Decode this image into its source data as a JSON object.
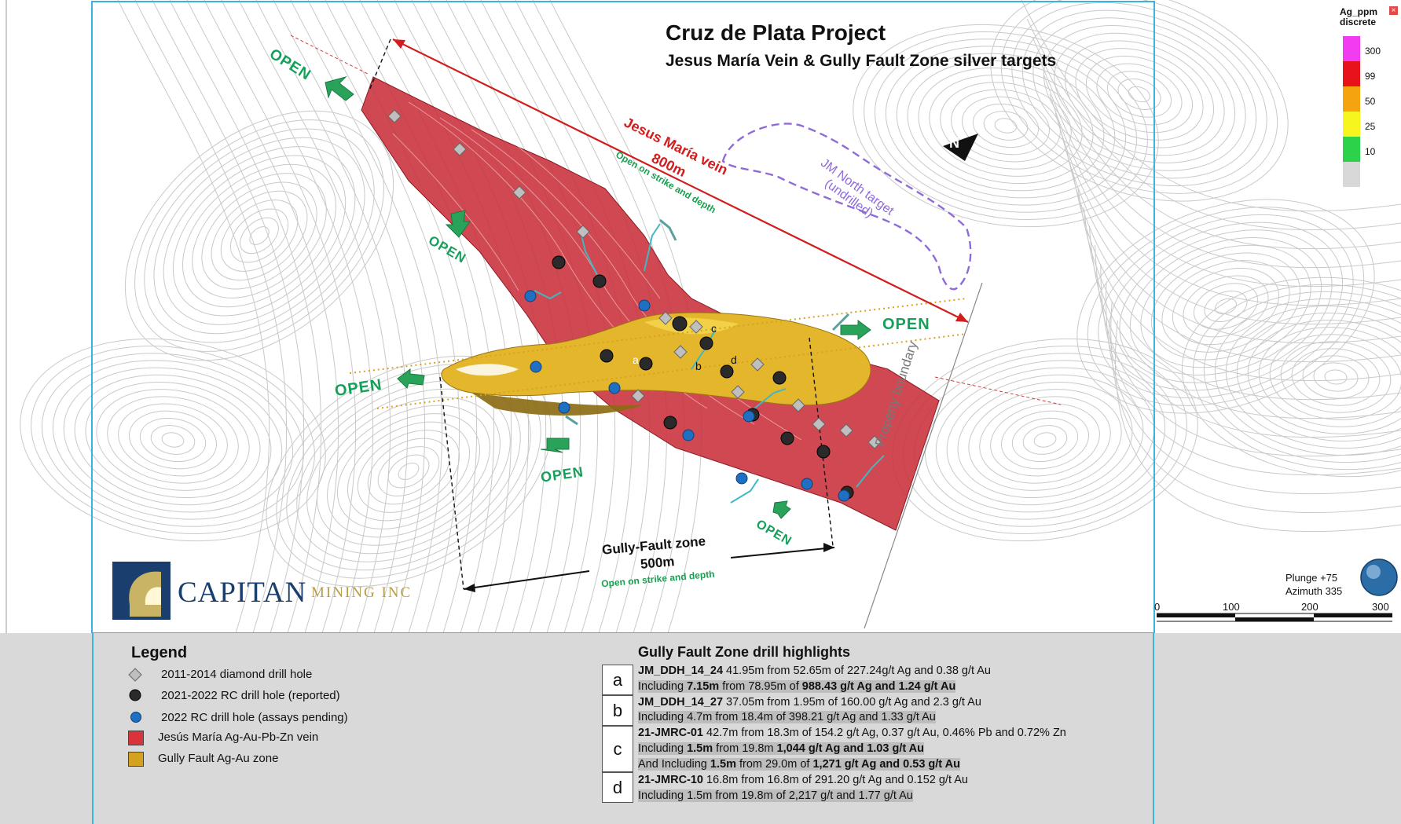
{
  "title": {
    "main": "Cruz de Plata Project",
    "subtitle": "Jesus María Vein & Gully Fault Zone silver targets"
  },
  "color_scale": {
    "title_line1": "Ag_ppm",
    "title_line2": "discrete",
    "close_glyph": "×",
    "bands": [
      {
        "label": "300",
        "color": "#f23cf2"
      },
      {
        "label": "99",
        "color": "#e8121a"
      },
      {
        "label": "50",
        "color": "#f5a30f"
      },
      {
        "label": "25",
        "color": "#f6f51e"
      },
      {
        "label": "10",
        "color": "#2bd24a"
      },
      {
        "label": "",
        "color": "#d8d8d8"
      }
    ]
  },
  "north_arrow": {
    "label": "N"
  },
  "annotations": {
    "open": "OPEN",
    "vein_name": "Jesus María vein",
    "vein_length": "800m",
    "open_strike_depth": "Open on strike and depth",
    "jm_north_line1": "JM North target",
    "jm_north_line2": "(undrilled)",
    "property_boundary": "Property boundary",
    "gully_name": "Gully-Fault zone",
    "gully_length": "500m",
    "hole_labels": [
      "a",
      "b",
      "c",
      "d"
    ]
  },
  "view": {
    "plunge": "Plunge +75",
    "azimuth": "Azimuth 335"
  },
  "scale_bar": {
    "ticks": [
      "0",
      "100",
      "200",
      "300"
    ]
  },
  "logo": {
    "word1": "CAPITAN",
    "word2": "MINING INC"
  },
  "legend": {
    "title": "Legend",
    "items": [
      {
        "icon": "diamond-drill-icon",
        "label": "2011-2014 diamond drill hole"
      },
      {
        "icon": "black-dot-icon",
        "label": "2021-2022 RC drill hole (reported)"
      },
      {
        "icon": "blue-dot-icon",
        "label": "2022 RC drill hole (assays pending)"
      },
      {
        "icon": "red-square-icon",
        "label": "Jesús María Ag-Au-Pb-Zn vein",
        "color": "#d9343c"
      },
      {
        "icon": "gold-square-icon",
        "label": "Gully Fault Ag-Au zone",
        "color": "#d4a21e"
      }
    ]
  },
  "highlights": {
    "title": "Gully Fault Zone drill highlights",
    "entries": [
      {
        "letter": "a",
        "lines": [
          {
            "id": "JM_DDH_14_24",
            "text": " 41.95m from 52.65m of 227.24g/t Ag and 0.38 g/t Au"
          },
          {
            "pre": "Including ",
            "b1": "7.15m",
            "mid": " from 78.95m of ",
            "b2": "988.43 g/t Ag and 1.24 g/t Au"
          }
        ]
      },
      {
        "letter": "b",
        "lines": [
          {
            "id": "JM_DDH_14_27",
            "text": " 37.05m from 1.95m of 160.00 g/t Ag and 2.3 g/t Au"
          },
          {
            "plain": "Including 4.7m from 18.4m of 398.21 g/t Ag and 1.33 g/t Au"
          }
        ]
      },
      {
        "letter": "c",
        "lines": [
          {
            "id": "21-JMRC-01",
            "text": " 42.7m from 18.3m of 154.2 g/t Ag, 0.37 g/t Au, 0.46% Pb and 0.72% Zn"
          },
          {
            "pre": "Including ",
            "b1": "1.5m",
            "mid": " from 19.8m ",
            "b2": "1,044 g/t Ag and 1.03 g/t Au"
          },
          {
            "pre": "And Including ",
            "b1": "1.5m",
            "mid": " from 29.0m of ",
            "b2": "1,271 g/t Ag and 0.53 g/t Au"
          }
        ]
      },
      {
        "letter": "d",
        "lines": [
          {
            "id": "21-JMRC-10",
            "text": " 16.8m from 16.8m of 291.20 g/t Ag and 0.152 g/t Au"
          },
          {
            "plain": "Including 1.5m from 19.8m of 2,217 g/t and 1.77 g/t Au"
          }
        ]
      }
    ]
  }
}
